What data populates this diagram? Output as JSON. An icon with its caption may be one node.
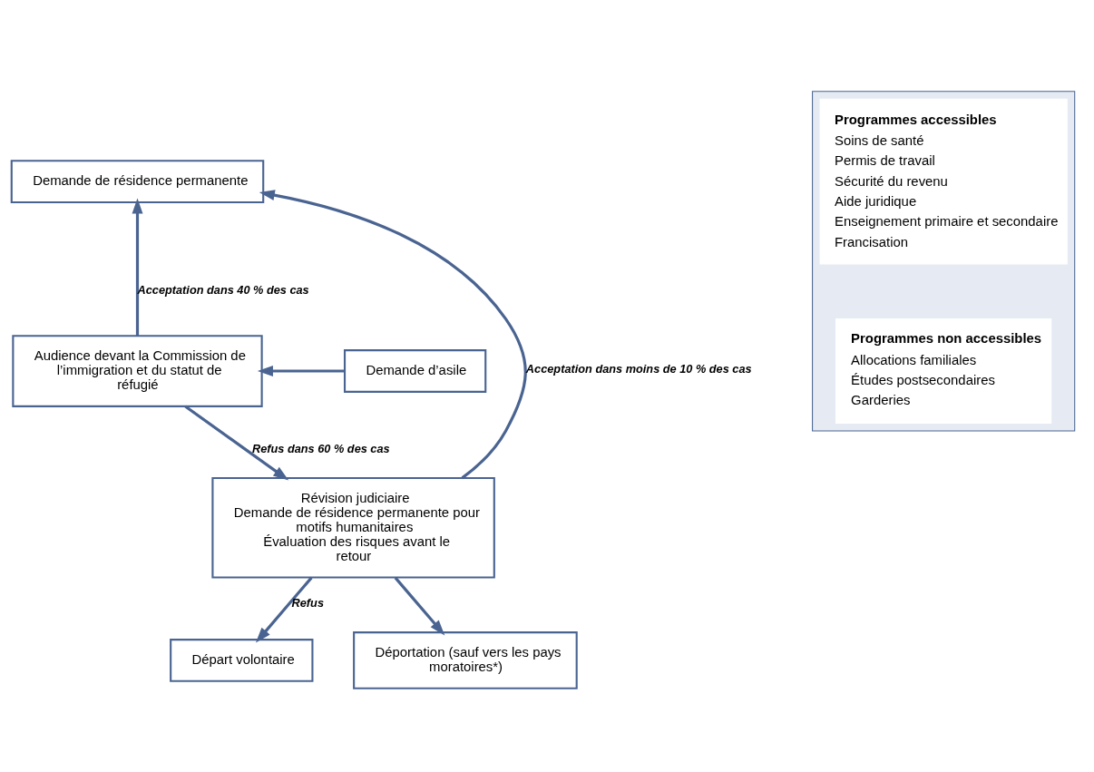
{
  "diagram": {
    "nodes": [
      {
        "text": [
          "Demande de résidence permanente"
        ]
      },
      {
        "text": [
          "Demande d’asile"
        ]
      },
      {
        "text": [
          "Audience devant la Commission de l’immigration et du statut de réfugié"
        ]
      },
      {
        "text": [
          "Révision judiciaire",
          "Demande de résidence permanente pour motifs humanitaires",
          "Évaluation des risques avant le retour"
        ]
      },
      {
        "text": [
          "Départ volontaire"
        ]
      },
      {
        "text": [
          "Déportation (sauf vers les pays moratoires*)"
        ]
      },
      {
        "text": [],
        "shape": "box"
      },
      {
        "text": [
          "Programmes accessibles",
          "Soins de santé",
          "Permis de travail",
          "Sécurité du revenu",
          "Aide juridique",
          "Enseignement primaire et secondaire",
          "Francisation"
        ],
        "in": 6
      },
      {
        "text": [
          "Programmes non accessibles",
          "Allocations familiales",
          "Études postsecondaires",
          "Garderies"
        ],
        "in": 6
      }
    ],
    "edges": [
      {
        "from": 1,
        "to": 2,
        "arrow": "to"
      },
      {
        "from": 2,
        "to": 0,
        "arrow": "to",
        "label": "Acceptation dans 40 % des cas"
      },
      {
        "from": 2,
        "to": 3,
        "arrow": "to",
        "label": "Refus dans 60 % des cas"
      },
      {
        "from": 3,
        "to": 0,
        "arrow": "to",
        "label": "Acceptation dans moins de 10 % des cas"
      },
      {
        "from": 3,
        "to": 4,
        "arrow": "to",
        "label": "Refus"
      },
      {
        "from": 3,
        "to": 5,
        "arrow": "to"
      }
    ]
  }
}
